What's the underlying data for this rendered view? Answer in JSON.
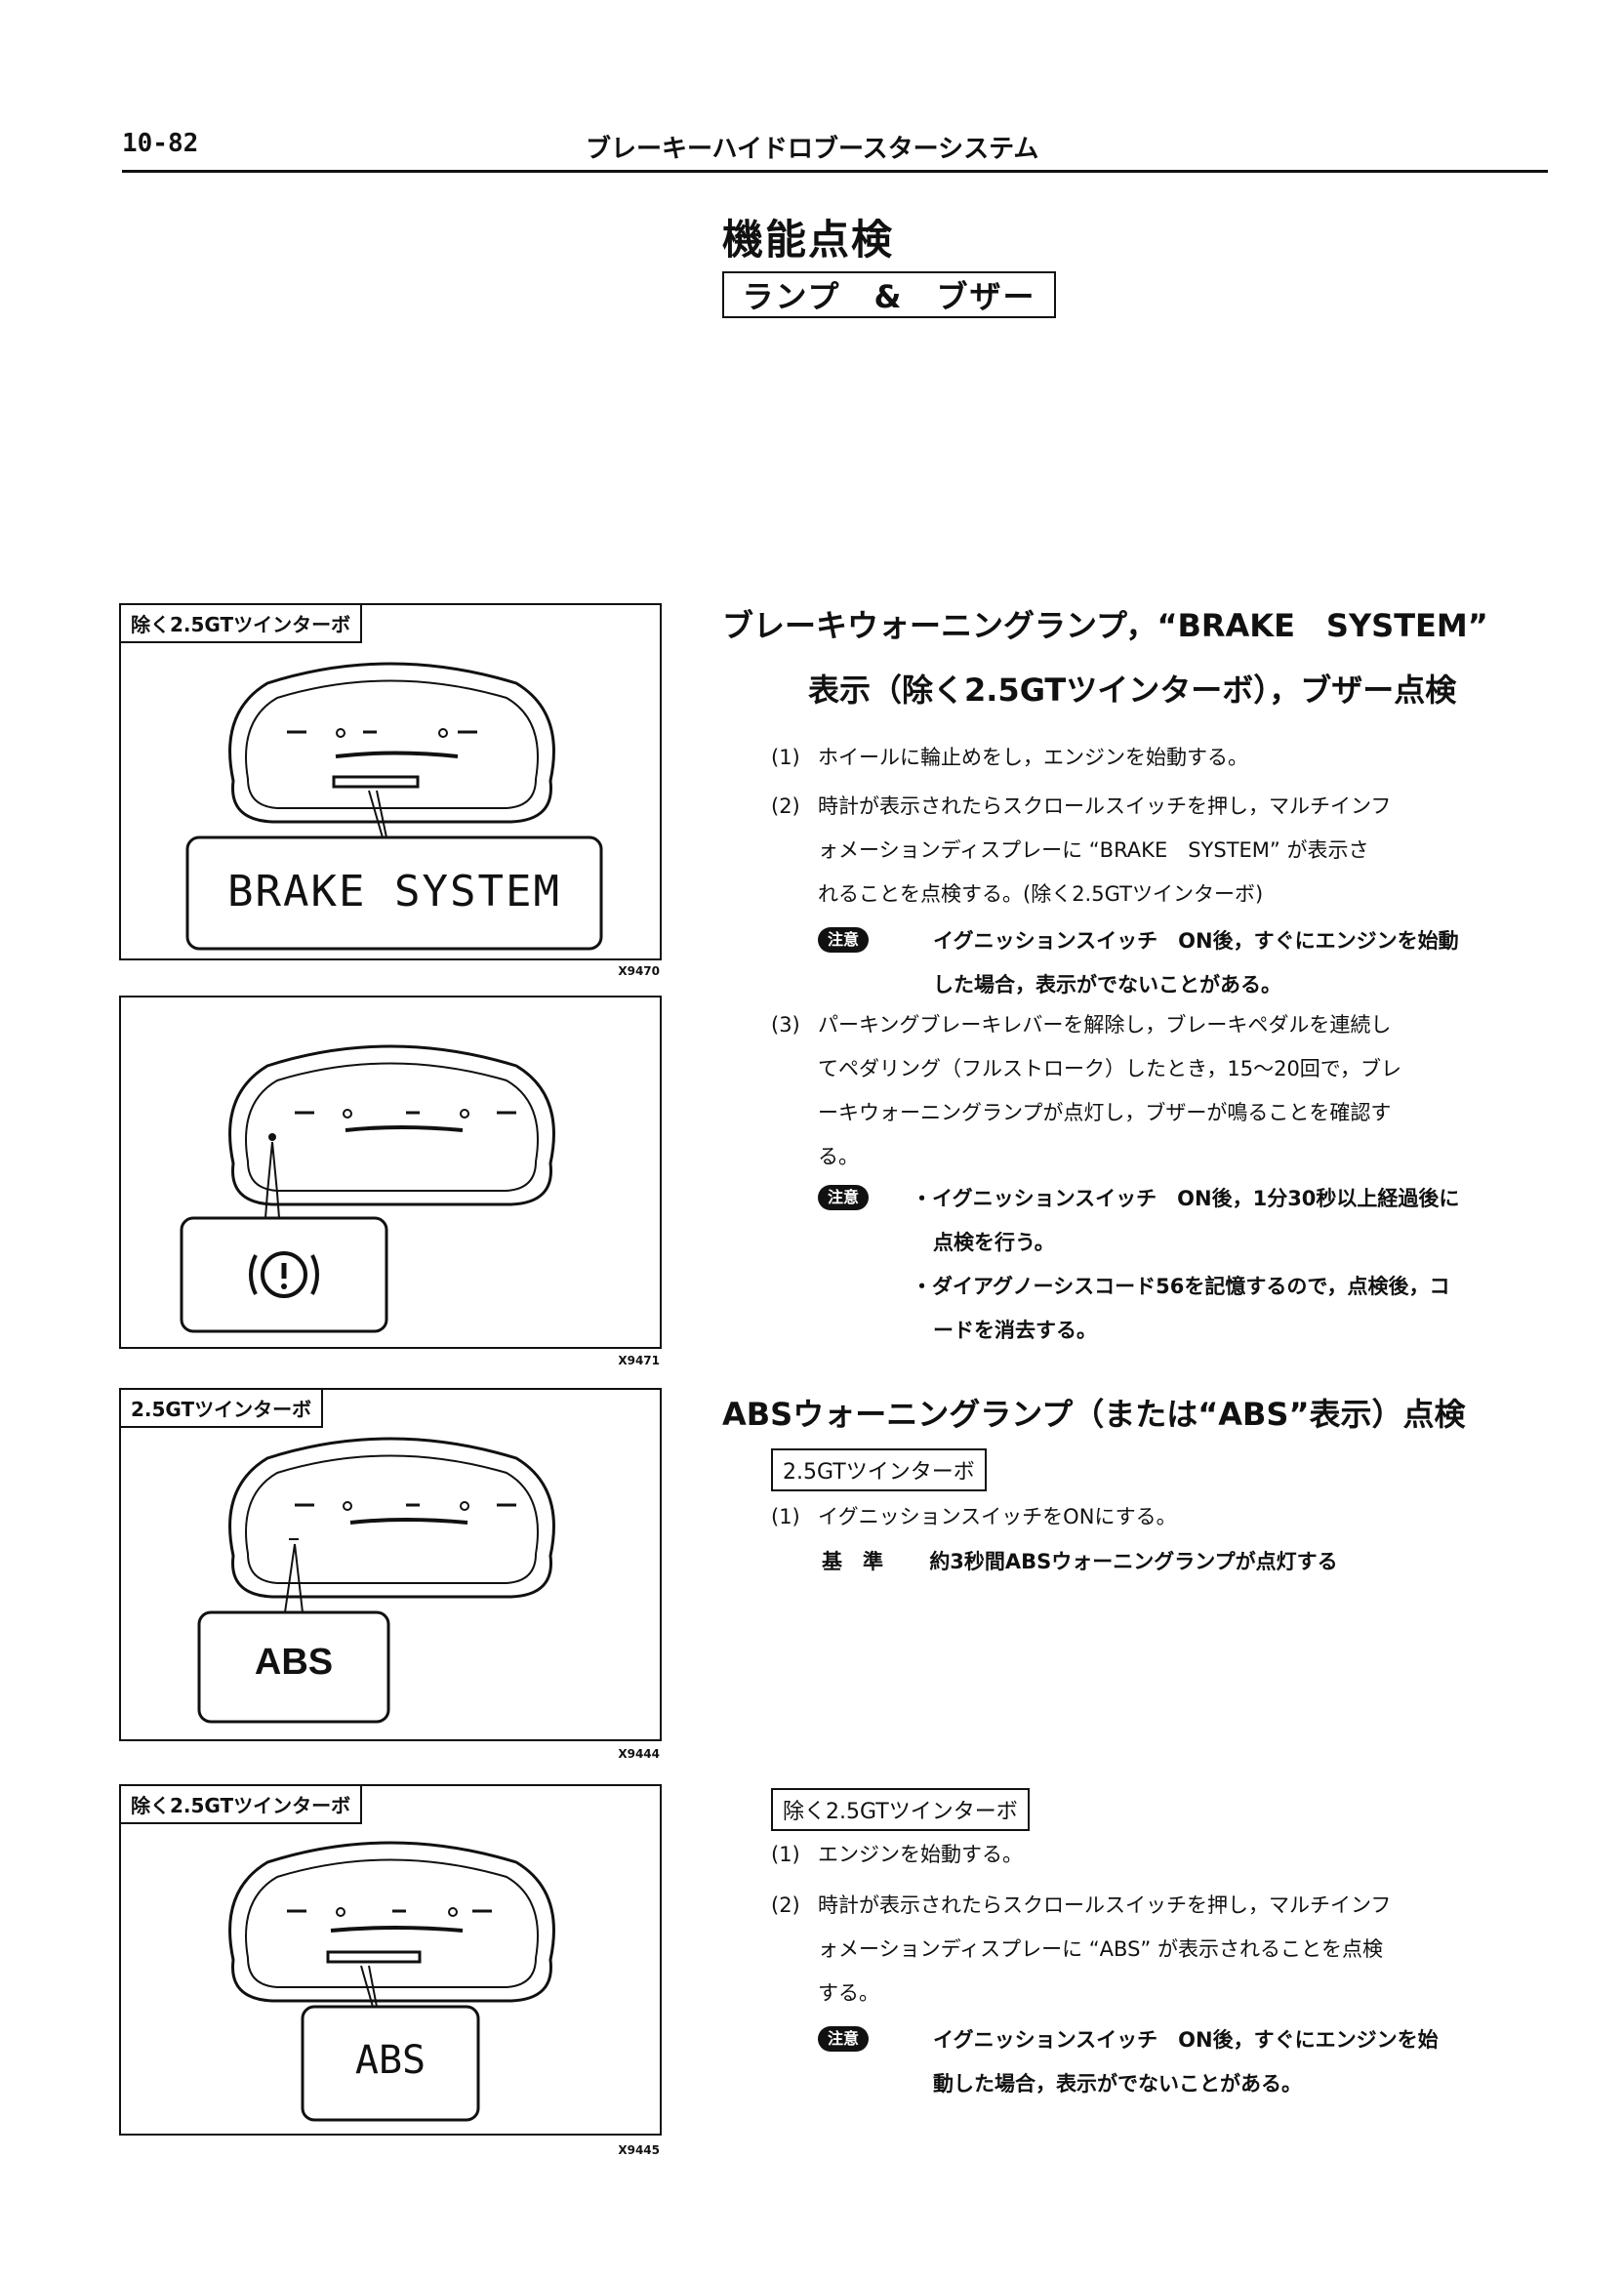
{
  "header": {
    "page_number": "10-82",
    "chapter_title": "ブレーキーハイドロブースターシステム"
  },
  "section": {
    "title": "機能点検",
    "subtitle": "ランプ　&　ブザー"
  },
  "figures": [
    {
      "label": "除く2.5GTツインターボ",
      "callout": "BRAKE SYSTEM",
      "code": "X9470"
    },
    {
      "label": "",
      "callout": "(!)",
      "code": "X9471"
    },
    {
      "label": "2.5GTツインターボ",
      "callout": "ABS",
      "code": "X9444"
    },
    {
      "label": "除く2.5GTツインターボ",
      "callout": "ABS",
      "code": "X9445"
    }
  ],
  "brake": {
    "heading_line1": "ブレーキウォーニングランプ，“BRAKE　SYSTEM”",
    "heading_line2": "表示（除く2.5GTツインターボ），ブザー点検",
    "steps": [
      {
        "num": "(1)",
        "lines": [
          "ホイールに輪止めをし，エンジンを始動する。"
        ]
      },
      {
        "num": "(2)",
        "lines": [
          "時計が表示されたらスクロールスイッチを押し，マルチインフ",
          "ォメーションディスプレーに “BRAKE　SYSTEM” が表示さ",
          "れることを点検する。(除く2.5GTツインターボ)"
        ]
      },
      {
        "num": "(3)",
        "lines": [
          "パーキングブレーキレバーを解除し，ブレーキペダルを連続し",
          "てペダリング（フルストローク）したとき，15～20回で，ブレ",
          "ーキウォーニングランプが点灯し，ブザーが鳴ることを確認す",
          "る。"
        ]
      }
    ],
    "note1": {
      "badge": "注意",
      "line1": "イグニッションスイッチ　ON後，すぐにエンジンを始動",
      "line2": "した場合，表示がでないことがある。"
    },
    "note2": {
      "badge": "注意",
      "b1_line1": "・イグニッションスイッチ　ON後，1分30秒以上経過後に",
      "b1_line2": "点検を行う。",
      "b2_line1": "・ダイアグノーシスコード56を記憶するので，点検後，コ",
      "b2_line2": "ードを消去する。"
    }
  },
  "abs": {
    "heading": "ABSウォーニングランプ（または“ABS”表示）点検",
    "twin": {
      "label": "2.5GTツインターボ",
      "step1_num": "(1)",
      "step1": "イグニッションスイッチをONにする。",
      "std_label": "基　準",
      "std_text": "約3秒間ABSウォーニングランプが点灯する"
    },
    "nontwin": {
      "label": "除く2.5GTツインターボ",
      "steps": [
        {
          "num": "(1)",
          "lines": [
            "エンジンを始動する。"
          ]
        },
        {
          "num": "(2)",
          "lines": [
            "時計が表示されたらスクロールスイッチを押し，マルチインフ",
            "ォメーションディスプレーに “ABS” が表示されることを点検",
            "する。"
          ]
        }
      ],
      "note": {
        "badge": "注意",
        "line1": "イグニッションスイッチ　ON後，すぐにエンジンを始",
        "line2": "動した場合，表示がでないことがある。"
      }
    }
  }
}
